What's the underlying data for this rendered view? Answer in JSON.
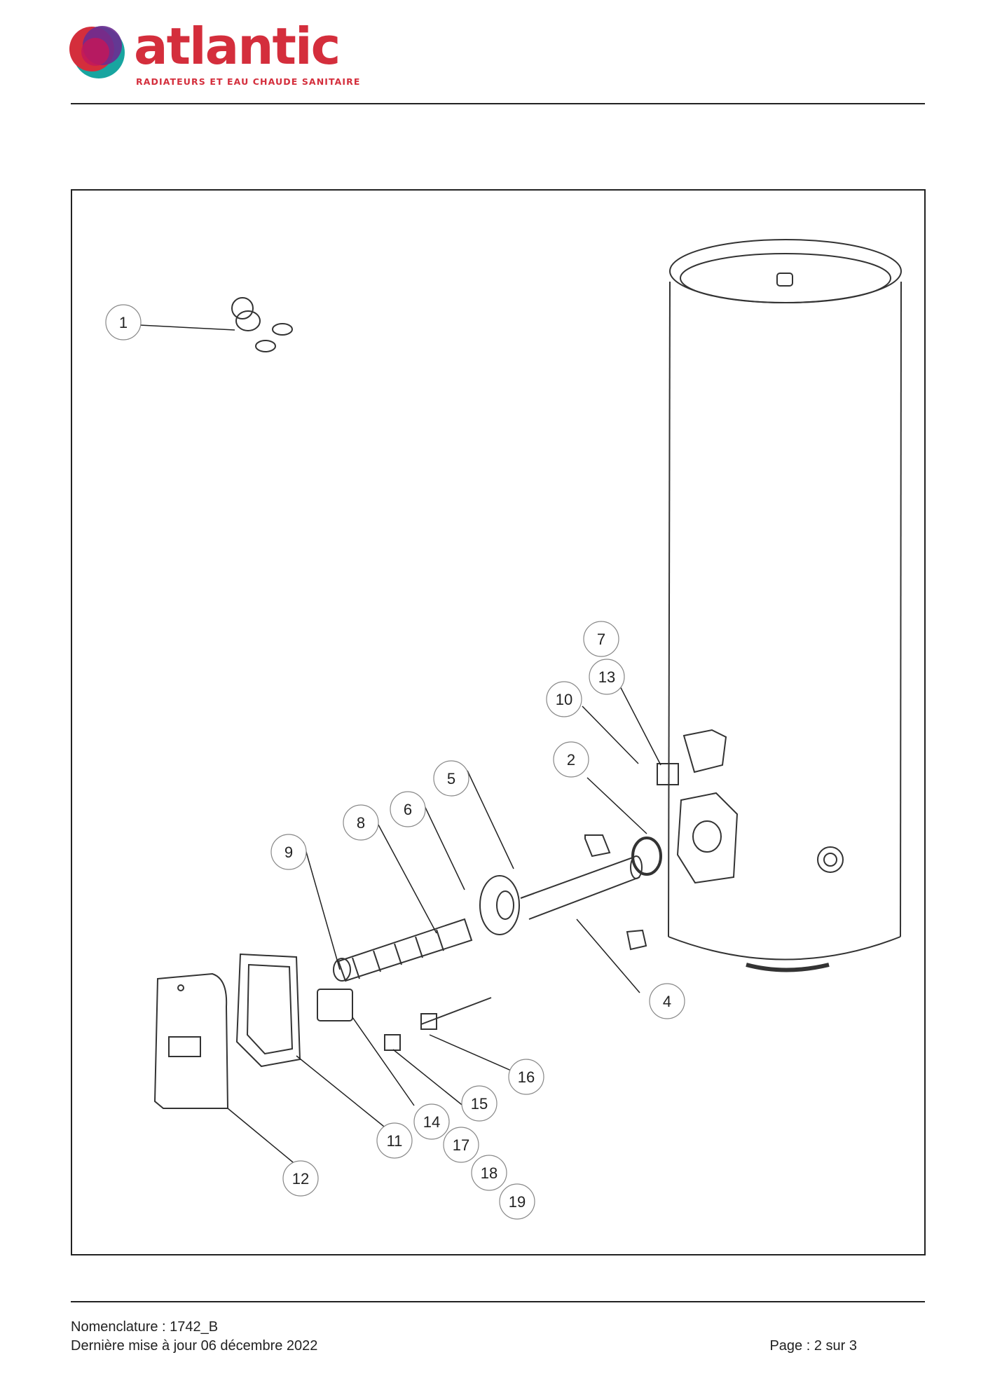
{
  "header": {
    "brand_name": "atlantic",
    "brand_tagline": "RADIATEURS ET EAU CHAUDE SANITAIRE",
    "brand_colors": {
      "red": "#d42e3c",
      "purple": "#6b2c91",
      "teal": "#18a5a0",
      "magenta": "#c2185b"
    }
  },
  "diagram": {
    "callouts": [
      "1",
      "2",
      "4",
      "5",
      "6",
      "7",
      "8",
      "9",
      "10",
      "11",
      "12",
      "13",
      "14",
      "15",
      "16",
      "17",
      "18",
      "19"
    ]
  },
  "footer": {
    "nomenclature": "Nomenclature : 1742_B",
    "updated": "Dernière mise à jour 06 décembre 2022",
    "page": "Page : 2 sur 3"
  }
}
